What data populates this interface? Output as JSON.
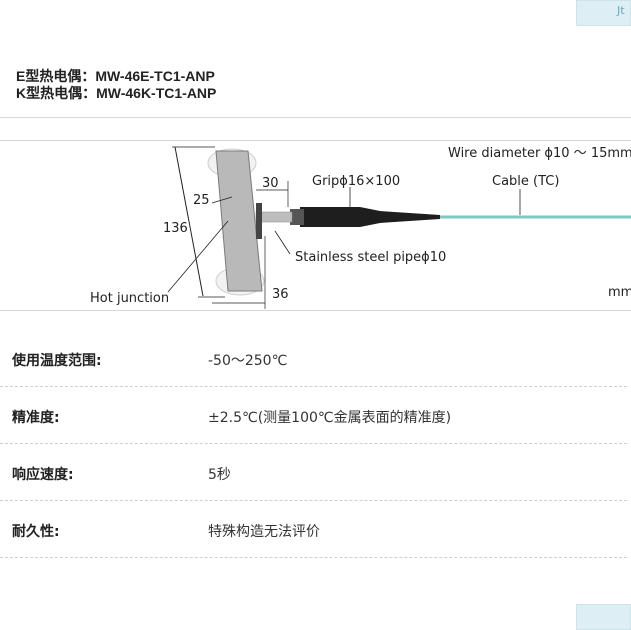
{
  "nav": {
    "top_button": "Jt",
    "bottom_button": ""
  },
  "titles": [
    "E型热电偶：MW-46E-TC1-ANP",
    "K型热电偶：MW-46K-TC1-ANP"
  ],
  "figure": {
    "wire_diameter": "Wire diameter ϕ10 ～ 15mm",
    "dim_30": "30",
    "grip": "Gripϕ16×100",
    "cable": "Cable (TC)",
    "dim_25": "25",
    "dim_136": "136",
    "pipe": "Stainless steel pipeϕ10",
    "hot_junction": "Hot junction",
    "dim_36": "36",
    "unit": "mm"
  },
  "specs": [
    {
      "label": "使用温度范围:",
      "value": "-50～250℃"
    },
    {
      "label": "精准度:",
      "value": "±2.5℃(测量100℃金属表面的精准度)"
    },
    {
      "label": "响应速度:",
      "value": "5秒"
    },
    {
      "label": "耐久性:",
      "value": "特殊构造无法评价"
    }
  ],
  "colors": {
    "cable": "#7fc7c0",
    "button": "#ddeef4"
  }
}
